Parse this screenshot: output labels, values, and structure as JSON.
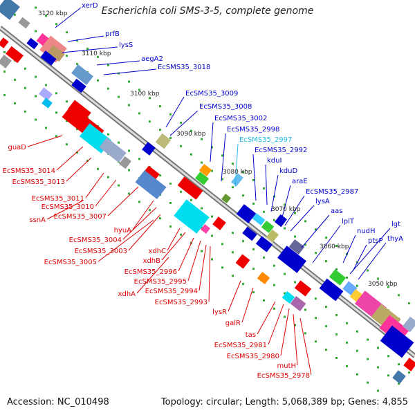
{
  "title": "Escherichia coli SMS-3-5, complete genome",
  "footer": {
    "accession": "Accession: NC_010498",
    "topology": "Topology: circular; Length: 5,068,389 bp; Genes: 4,855"
  },
  "colors": {
    "blue": "#0000cc",
    "red": "#dd0000",
    "cyan_label": "#22bbee",
    "backbone": "#888888",
    "dots": "#33aa33"
  },
  "scale_labels": [
    {
      "text": "3120 kbp"
    },
    {
      "text": "3110 kbp"
    },
    {
      "text": "3100 kbp"
    },
    {
      "text": "3090 kbp"
    },
    {
      "text": "3080 kbp"
    },
    {
      "text": "3070 kbp"
    },
    {
      "text": "3060 kbp"
    },
    {
      "text": "3050 kbp"
    }
  ],
  "blue_labels": [
    {
      "text": "xerD"
    },
    {
      "text": "prfB"
    },
    {
      "text": "lysS"
    },
    {
      "text": "aegA2"
    },
    {
      "text": "EcSMS35_3018"
    },
    {
      "text": "EcSMS35_3009"
    },
    {
      "text": "EcSMS35_3008"
    },
    {
      "text": "EcSMS35_3002"
    },
    {
      "text": "EcSMS35_2998"
    },
    {
      "text": "EcSMS35_2997"
    },
    {
      "text": "EcSMS35_2992"
    },
    {
      "text": "kduI"
    },
    {
      "text": "kduD"
    },
    {
      "text": "araE"
    },
    {
      "text": "EcSMS35_2987"
    },
    {
      "text": "lysA"
    },
    {
      "text": "aas"
    },
    {
      "text": "lplT"
    },
    {
      "text": "nudH"
    },
    {
      "text": "ptsP"
    },
    {
      "text": "lgt"
    },
    {
      "text": "thyA"
    }
  ],
  "red_labels": [
    {
      "text": "guaD"
    },
    {
      "text": "EcSMS35_3014"
    },
    {
      "text": "EcSMS35_3013"
    },
    {
      "text": "EcSMS35_3011"
    },
    {
      "text": "EcSMS35_3010"
    },
    {
      "text": "ssnA"
    },
    {
      "text": "EcSMS35_3007"
    },
    {
      "text": "hyuA"
    },
    {
      "text": "EcSMS35_3004"
    },
    {
      "text": "EcSMS35_3003"
    },
    {
      "text": "EcSMS35_3005"
    },
    {
      "text": "xdhC"
    },
    {
      "text": "xdhB"
    },
    {
      "text": "EcSMS35_2996"
    },
    {
      "text": "EcSMS35_2995"
    },
    {
      "text": "xdhA"
    },
    {
      "text": "EcSMS35_2994"
    },
    {
      "text": "EcSMS35_2993"
    },
    {
      "text": "lysR"
    },
    {
      "text": "galR"
    },
    {
      "text": "tas"
    },
    {
      "text": "EcSMS35_2981"
    },
    {
      "text": "EcSMS35_2980"
    },
    {
      "text": "mutH"
    },
    {
      "text": "EcSMS35_2978"
    }
  ]
}
